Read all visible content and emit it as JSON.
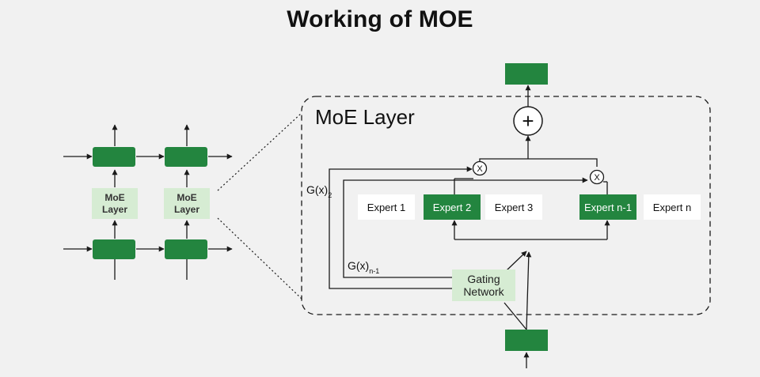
{
  "title": "Working of MOE",
  "stack": {
    "layer_label_line1": "MoE",
    "layer_label_line2": "Layer"
  },
  "moe_layer": {
    "title": "MoE Layer",
    "experts": [
      "Expert 1",
      "Expert 2",
      "Expert 3",
      "Expert n-1",
      "Expert n"
    ],
    "gate_weight_2": {
      "base": "G(x)",
      "sub": "2"
    },
    "gate_weight_n1": {
      "base": "G(x)",
      "sub": "n-1"
    },
    "gating_line1": "Gating",
    "gating_line2": "Network",
    "sum_symbol": "+",
    "multiply_symbol": "X"
  },
  "colors": {
    "background": "#f1f1f1",
    "block_green": "#23853f",
    "light_green": "#d6ecd3",
    "white": "#ffffff",
    "line": "#1a1a1a"
  }
}
